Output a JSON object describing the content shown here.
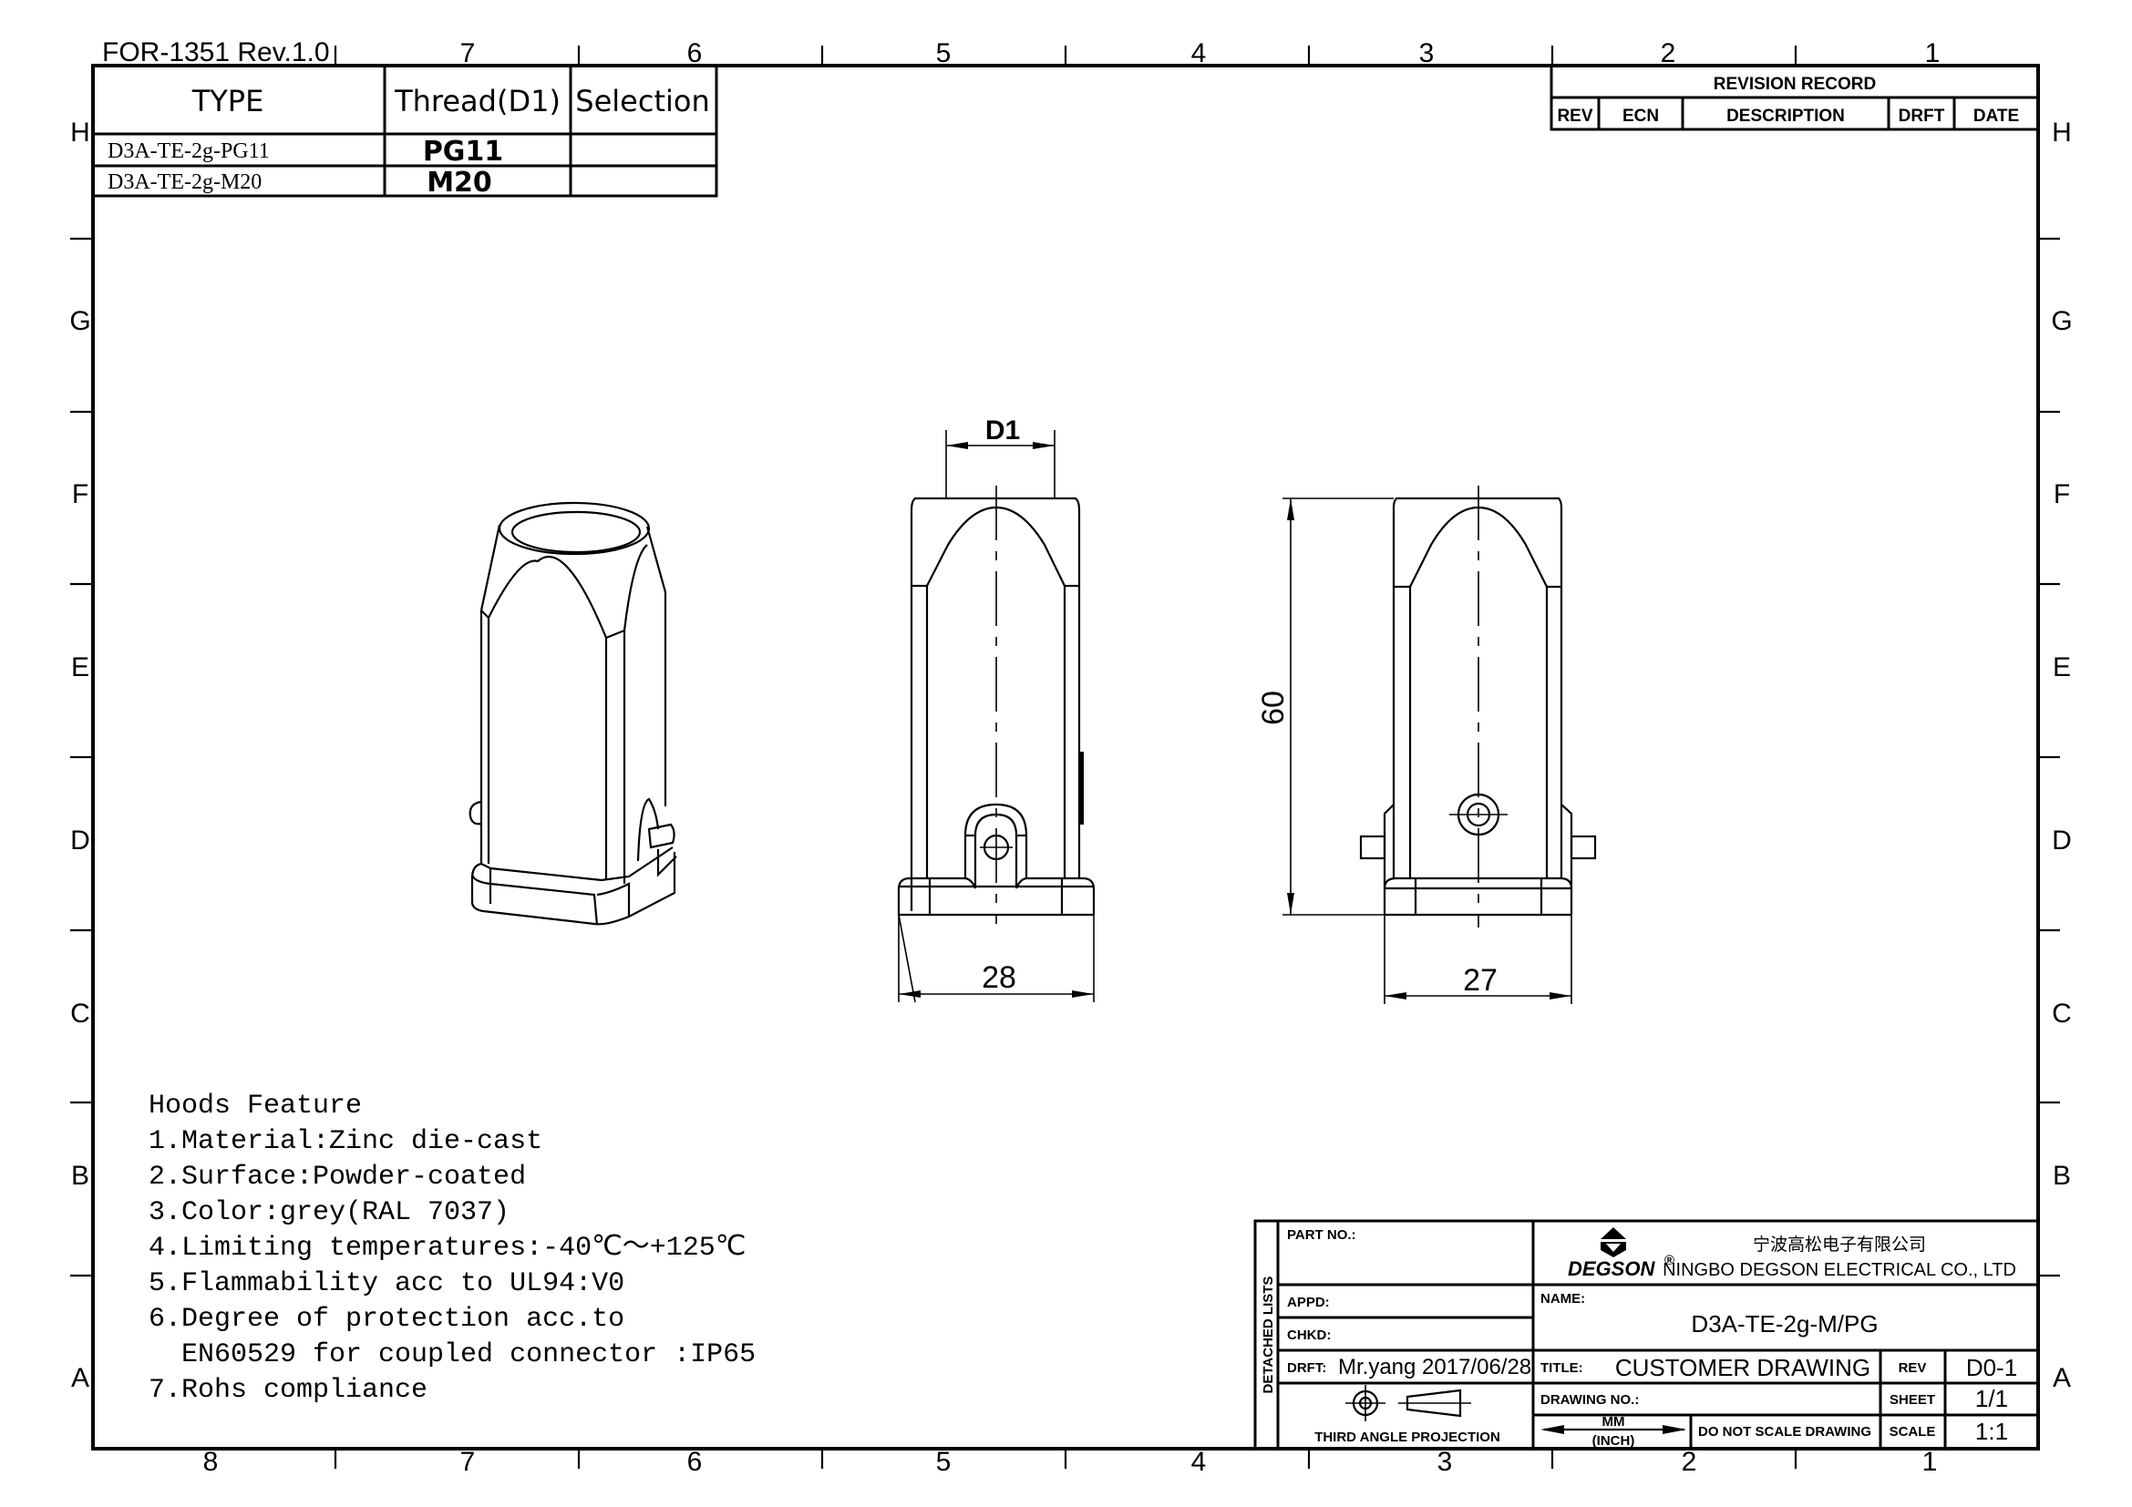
{
  "form_id": "FOR-1351 Rev.1.0",
  "zones": {
    "columns_top": [
      "7",
      "6",
      "5",
      "4",
      "3",
      "2",
      "1"
    ],
    "columns_bottom": [
      "8",
      "7",
      "6",
      "5",
      "4",
      "3",
      "2",
      "1"
    ],
    "rows": [
      "H",
      "G",
      "F",
      "E",
      "D",
      "C",
      "B",
      "A"
    ]
  },
  "selection_table": {
    "headers": [
      "TYPE",
      "Thread(D1)",
      "Selection"
    ],
    "rows": [
      {
        "type": "D3A-TE-2g-PG11",
        "thread": "PG11",
        "selection": ""
      },
      {
        "type": "D3A-TE-2g-M20",
        "thread": "M20",
        "selection": ""
      }
    ]
  },
  "revision_record": {
    "title": "REVISION RECORD",
    "headers": [
      "REV",
      "ECN",
      "DESCRIPTION",
      "DRFT",
      "DATE"
    ]
  },
  "dimensions": {
    "thread_label": "D1",
    "front_width": "28",
    "side_width": "27",
    "height": "60"
  },
  "features": {
    "title": "Hoods Feature",
    "items": [
      "1.Material:Zinc die-cast",
      "2.Surface:Powder-coated",
      "3.Color:grey(RAL 7037)",
      "4.Limiting temperatures:-40℃～+125℃",
      "5.Flammability acc to UL94:V0",
      "6.Degree of protection acc.to",
      "  EN60529 for coupled connector :IP65",
      "7.Rohs compliance"
    ]
  },
  "title_block": {
    "detached_lists": "DETACHED LISTS",
    "part_no_label": "PART NO.:",
    "part_no": "",
    "appd_label": "APPD:",
    "chkd_label": "CHKD:",
    "drft_label": "DRFT:",
    "drft_value": "Mr.yang 2017/06/28",
    "projection_label": "THIRD ANGLE PROJECTION",
    "company_logo": "DEGSON",
    "company_cn": "宁波高松电子有限公司",
    "company_en": "NINGBO DEGSON ELECTRICAL CO., LTD",
    "name_label": "NAME:",
    "name_value": "D3A-TE-2g-M/PG",
    "title_label": "TITLE:",
    "title_value": "CUSTOMER DRAWING",
    "rev_label": "REV",
    "rev_value": "D0-1",
    "drawing_no_label": "DRAWING NO.:",
    "drawing_no": "",
    "sheet_label": "SHEET",
    "sheet_value": "1/1",
    "units_top": "MM",
    "units_bottom": "(INCH)",
    "do_not_scale": "DO NOT SCALE DRAWING",
    "scale_label": "SCALE",
    "scale_value": "1:1"
  }
}
